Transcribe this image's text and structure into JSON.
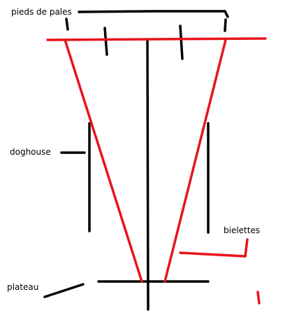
{
  "labels": {
    "pieds_de_pales": "pieds de pales",
    "doghouse": "doghouse",
    "bielettes": "bielettes",
    "plateau": "plateau"
  },
  "colors": {
    "ink": "#000000",
    "accent": "#e8141c",
    "background": "#ffffff"
  }
}
